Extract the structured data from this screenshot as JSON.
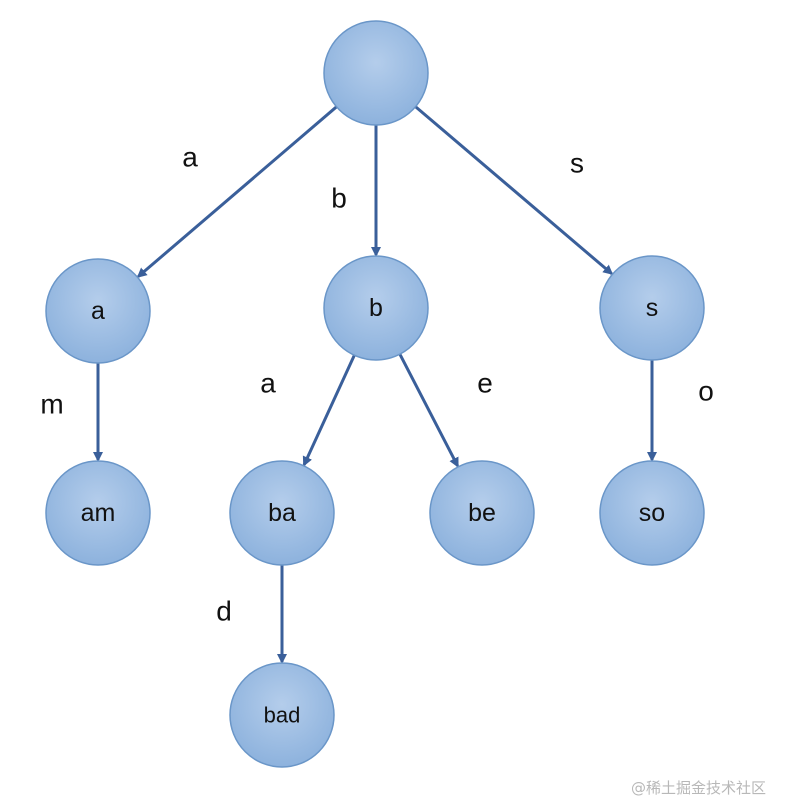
{
  "nodes": [
    {
      "id": "root",
      "label": ""
    },
    {
      "id": "a",
      "label": "a"
    },
    {
      "id": "b",
      "label": "b"
    },
    {
      "id": "s",
      "label": "s"
    },
    {
      "id": "am",
      "label": "am"
    },
    {
      "id": "ba",
      "label": "ba"
    },
    {
      "id": "be",
      "label": "be"
    },
    {
      "id": "so",
      "label": "so"
    },
    {
      "id": "bad",
      "label": "bad"
    }
  ],
  "edges": [
    {
      "from": "root",
      "to": "a",
      "label": "a"
    },
    {
      "from": "root",
      "to": "b",
      "label": "b"
    },
    {
      "from": "root",
      "to": "s",
      "label": "s"
    },
    {
      "from": "a",
      "to": "am",
      "label": "m"
    },
    {
      "from": "b",
      "to": "ba",
      "label": "a"
    },
    {
      "from": "b",
      "to": "be",
      "label": "e"
    },
    {
      "from": "s",
      "to": "so",
      "label": "o"
    },
    {
      "from": "ba",
      "to": "bad",
      "label": "d"
    }
  ],
  "colors": {
    "node_fill_top": "#b4cdeb",
    "node_fill_bottom": "#8db2dd",
    "node_stroke": "#6a96c8",
    "edge": "#3a5f9a"
  },
  "watermark": "@稀土掘金技术社区"
}
